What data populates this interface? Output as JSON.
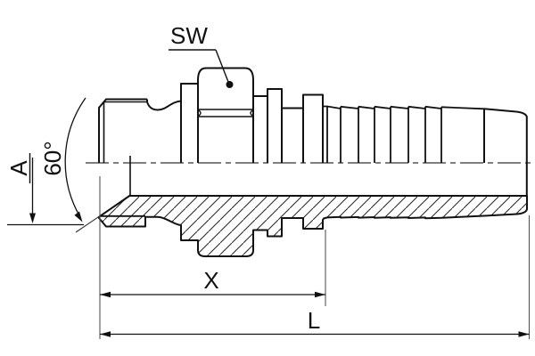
{
  "labels": {
    "sw": "SW",
    "a": "A",
    "angle": "60°",
    "x": "X",
    "l": "L"
  },
  "colors": {
    "ink": "#111111",
    "thin_line": "#555555",
    "background": "#ffffff"
  }
}
